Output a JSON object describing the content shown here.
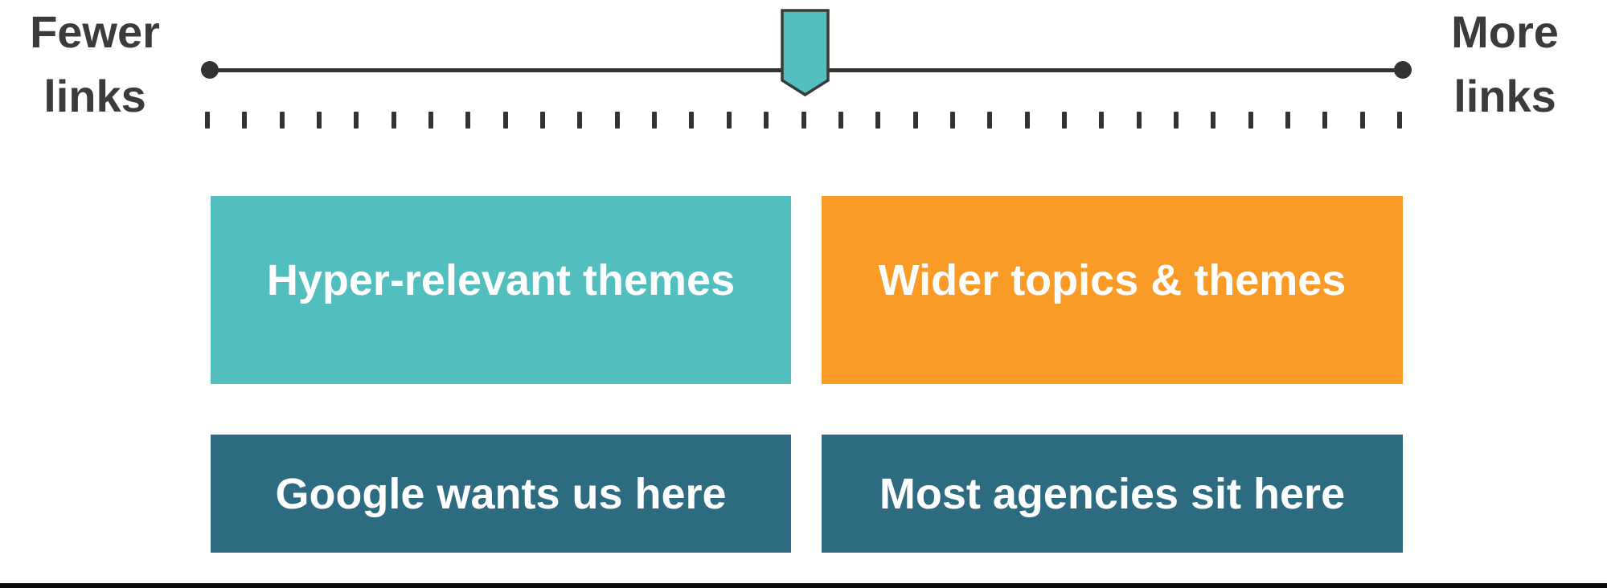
{
  "scale": {
    "left_label_line1": "Fewer",
    "left_label_line2": "links",
    "right_label_line1": "More",
    "right_label_line2": "links",
    "line_color": "#333333",
    "label_color": "#3B3B3B",
    "tick_count": 33,
    "marker": {
      "fill": "#52BFBE",
      "stroke": "#3A3A3A"
    }
  },
  "quadrants": {
    "top_left": {
      "label": "Hyper-relevant themes",
      "bg": "#52BFBE",
      "text_color": "#FFFFFF"
    },
    "top_right": {
      "label": "Wider topics & themes",
      "bg": "#FB9B27",
      "text_color": "#FFFFFF"
    },
    "bottom_left": {
      "label": "Google wants us here",
      "bg": "#2D6B81",
      "text_color": "#FFFFFF"
    },
    "bottom_right": {
      "label": "Most agencies sit here",
      "bg": "#2D6B81",
      "text_color": "#FFFFFF"
    }
  },
  "footer_bar_color": "#0A0A0A"
}
